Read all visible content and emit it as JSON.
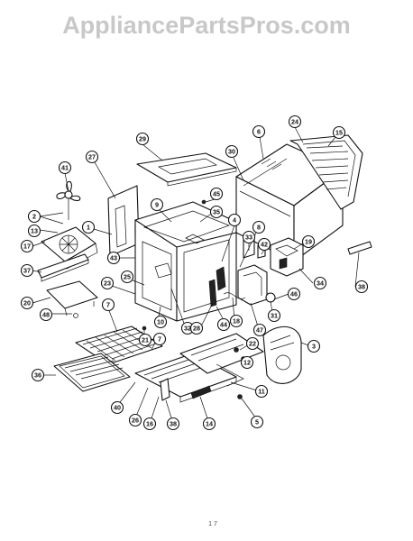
{
  "watermark": "AppliancePartsPros.com",
  "page_number": "1 7",
  "callouts": [
    "41",
    "27",
    "29",
    "6",
    "24",
    "15",
    "30",
    "45",
    "9",
    "35",
    "2",
    "1",
    "4",
    "8",
    "13",
    "17",
    "33",
    "42",
    "19",
    "43",
    "37",
    "25",
    "23",
    "34",
    "38",
    "20",
    "46",
    "48",
    "7",
    "10",
    "32",
    "28",
    "44",
    "18",
    "47",
    "31",
    "3",
    "21",
    "7",
    "22",
    "36",
    "12",
    "40",
    "26",
    "16",
    "38",
    "14",
    "11",
    "5"
  ]
}
